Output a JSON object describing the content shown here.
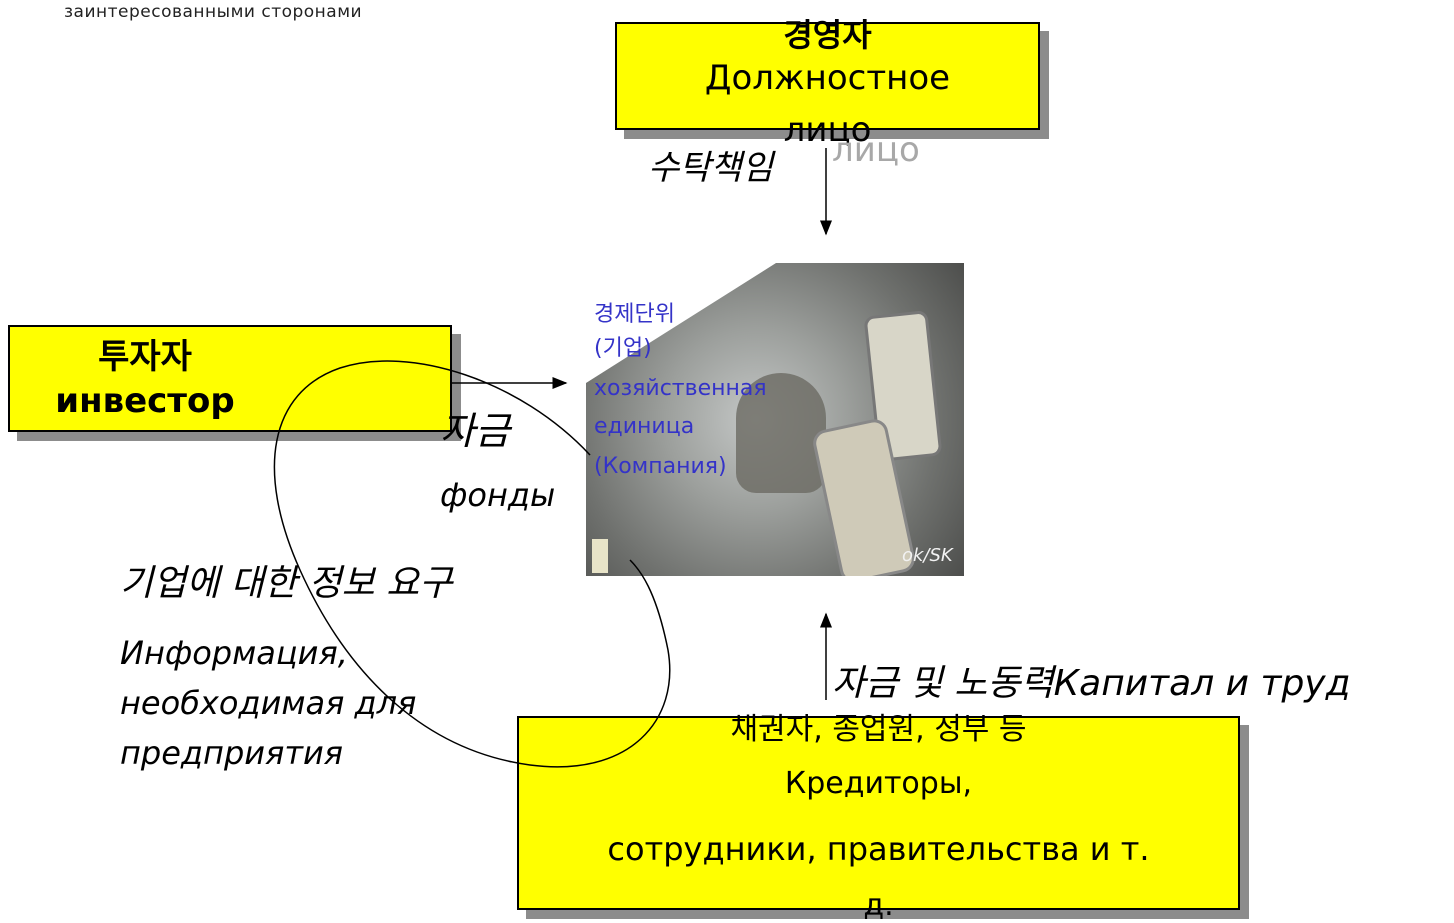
{
  "caption": "заинтересованными сторонами",
  "manager_box": {
    "line_ko": "경영자",
    "line_ru1": "Должностное",
    "line_ru2": "лицо"
  },
  "manager_ghost": "лицо",
  "trust_label": "수탁책임",
  "investor_box": {
    "line_ko": "투자자",
    "line_ru": "инвестор"
  },
  "funds_label": {
    "ko": "자금",
    "ru": "фонды"
  },
  "entity_label": {
    "ko": "경제단위",
    "ko_paren": "(기업)",
    "ru1": "хозяйственная",
    "ru2": "единица",
    "ru_paren": "(Компания)"
  },
  "photo": {
    "brand": "ok/SK"
  },
  "info_label": {
    "ko": "기업에 대한 정보 요구",
    "ru1": "Информация,",
    "ru2": "необходимая для",
    "ru3": "предприятия"
  },
  "labor_label": "자금 및 노동력Капитал и труд",
  "creditor_box": {
    "line_ko": "채권자, 종업원, 정부 등",
    "line_ru1": "Кредиторы,",
    "line_ru2": "сотрудники, правительства и т.",
    "line_ru3": "д."
  },
  "colors": {
    "box_fill": "#ffff00",
    "shadow": "#8c8c8c",
    "entity_text": "#3433c8"
  }
}
